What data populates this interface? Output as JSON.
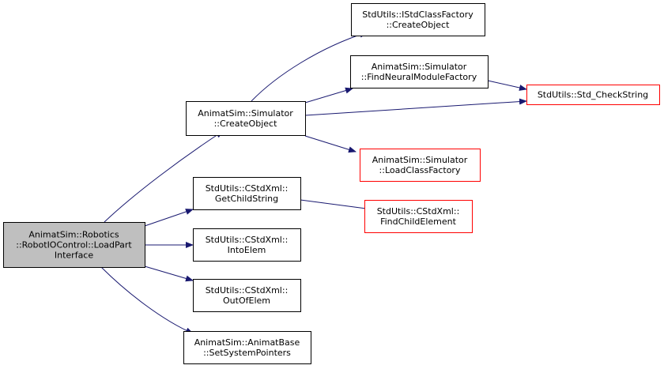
{
  "colors": {
    "edge": "#191970",
    "border_normal": "#000000",
    "border_truncated": "#ff0000",
    "focus_fill": "#bfbfbf",
    "node_fill": "#ffffff"
  },
  "nodes": {
    "root": {
      "lines": [
        "AnimatSim::Robotics",
        "::RobotIOControl::LoadPart",
        "Interface"
      ],
      "style": "focus"
    },
    "create_object": {
      "lines": [
        "AnimatSim::Simulator",
        "::CreateObject"
      ],
      "style": "normal"
    },
    "get_child_string": {
      "lines": [
        "StdUtils::CStdXml::",
        "GetChildString"
      ],
      "style": "normal"
    },
    "into_elem": {
      "lines": [
        "StdUtils::CStdXml::",
        "IntoElem"
      ],
      "style": "normal"
    },
    "out_of_elem": {
      "lines": [
        "StdUtils::CStdXml::",
        "OutOfElem"
      ],
      "style": "normal"
    },
    "set_system_pointers": {
      "lines": [
        "AnimatSim::AnimatBase",
        "::SetSystemPointers"
      ],
      "style": "normal"
    },
    "istd_create_object": {
      "lines": [
        "StdUtils::IStdClassFactory",
        "::CreateObject"
      ],
      "style": "normal"
    },
    "find_neural_module_factory": {
      "lines": [
        "AnimatSim::Simulator",
        "::FindNeuralModuleFactory"
      ],
      "style": "normal"
    },
    "std_check_string": {
      "lines": [
        "StdUtils::Std_CheckString"
      ],
      "style": "truncated"
    },
    "load_class_factory": {
      "lines": [
        "AnimatSim::Simulator",
        "::LoadClassFactory"
      ],
      "style": "truncated"
    },
    "find_child_element": {
      "lines": [
        "StdUtils::CStdXml::",
        "FindChildElement"
      ],
      "style": "truncated"
    }
  }
}
